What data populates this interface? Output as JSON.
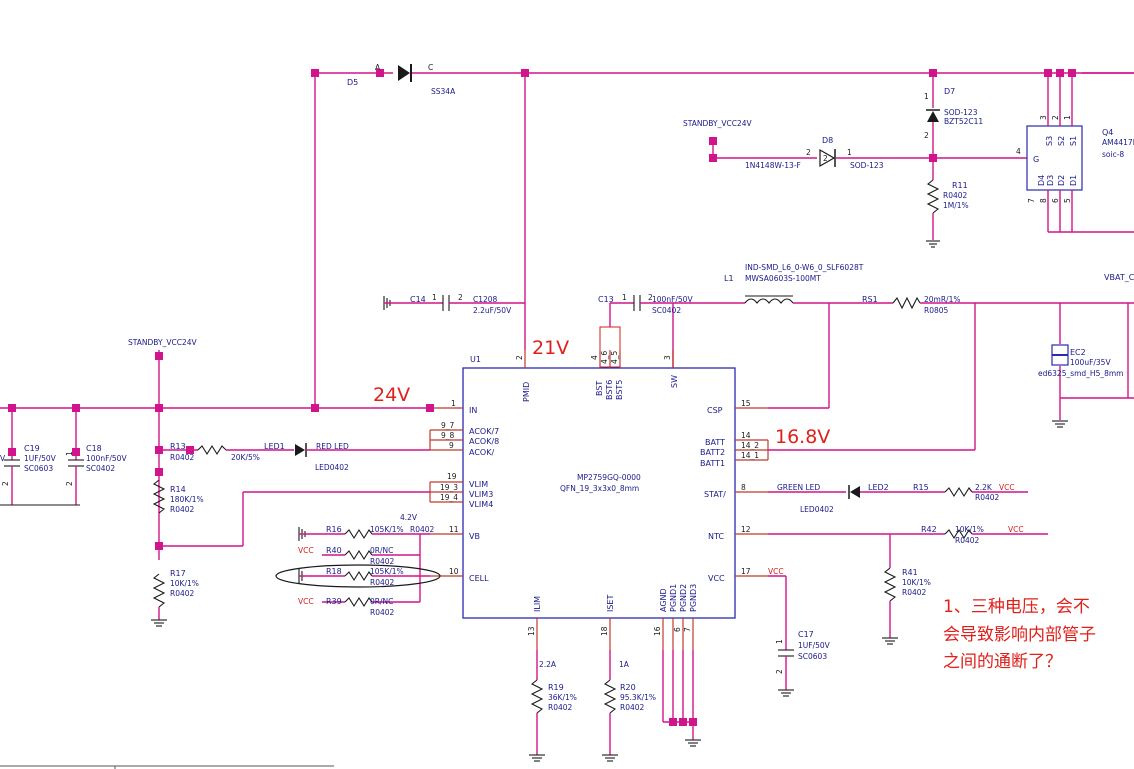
{
  "annotations": {
    "v21": "21V",
    "v24": "24V",
    "v168": "16.8V"
  },
  "question": {
    "line1": "1、三种电压，会不",
    "line2": "会导致影响内部管子",
    "line3": "之间的通断了？"
  },
  "u1": {
    "ref": "U1",
    "part": "MP2759GQ-0000",
    "package": "QFN_19_3x3x0_8mm"
  },
  "u1_pins": {
    "in": "IN",
    "acok7": "ACOK/7",
    "acok8": "ACOK/8",
    "acok": "ACOK/",
    "vlim": "VLIM",
    "vlim3": "VLIM3",
    "vlim4": "VLIM4",
    "vb": "VB",
    "cell": "CELL",
    "pmid": "PMID",
    "bst": "BST",
    "bst6": "BST6",
    "bst5": "BST5",
    "sw": "SW",
    "csp": "CSP",
    "batt": "BATT",
    "batt2": "BATT2",
    "batt1": "BATT1",
    "stat": "STAT/",
    "ntc": "NTC",
    "vcc": "VCC",
    "ilim": "ILIM",
    "iset": "ISET",
    "agnd": "AGND",
    "pgnd1": "PGND1",
    "pgnd2": "PGND2",
    "pgnd3": "PGND3"
  },
  "pin_numbers": {
    "in": "1",
    "acok7a": "9_7",
    "acok8a": "9_8",
    "acoka": "9",
    "vlima": "19",
    "vlimb": "19_3",
    "vlimc": "19_4",
    "vb": "11",
    "cell": "10",
    "pmid": "2",
    "bst": "4",
    "bst6": "4_6",
    "bst5": "4_5",
    "sw": "3",
    "csp": "15",
    "batta": "14",
    "battb": "14_2",
    "battc": "14_1",
    "stat": "8",
    "ntc": "12",
    "vcc": "17",
    "ilim": "13",
    "iset": "18",
    "agnd": "16",
    "pgnd1": "6",
    "pgnd3": "7"
  },
  "parts": {
    "d5": {
      "ref": "D5",
      "a": "A",
      "c": "C",
      "val": "SS34A"
    },
    "d7": {
      "ref": "D7",
      "pkg": "SOD-123",
      "val": "BZT52C11"
    },
    "d8": {
      "ref": "D8",
      "val": "1N4148W-13-F",
      "pkg": "SOD-123",
      "p2": "2",
      "p1": "1",
      "mid": "2"
    },
    "q4": {
      "ref": "Q4",
      "val": "AM4417P",
      "pkg": "soic-8",
      "g": "G",
      "s3": "S3",
      "s2": "S2",
      "s1": "S1",
      "d4": "D4",
      "d3": "D3",
      "d2": "D2",
      "d1": "D1",
      "p3": "3",
      "p2": "2",
      "p1": "1",
      "p4": "4",
      "p7": "7",
      "p8": "8",
      "p6": "6",
      "p5": "5"
    },
    "r11": {
      "ref": "R11",
      "pkg": "R0402",
      "val": "1M/1%"
    },
    "c14": {
      "ref": "C14",
      "p1": "1",
      "p2": "2"
    },
    "c1208": {
      "ref": "C1208",
      "val": "2.2uF/50V"
    },
    "c13": {
      "ref": "C13",
      "p1": "1",
      "p2": "2",
      "val": "100nF/50V",
      "pkg": "SC0402"
    },
    "l1": {
      "ref": "L1",
      "pkg": "IND-SMD_L6_0-W6_0_SLF6028T",
      "val": "MWSA0603S-100MT"
    },
    "rs1": {
      "ref": "RS1",
      "val": "20mR/1%",
      "pkg": "R0805"
    },
    "ec2": {
      "ref": "EC2",
      "val": "100uF/35V",
      "pkg": "ed6325_smd_H5_8mm"
    },
    "vbat": {
      "label": "VBAT_C"
    },
    "standby1": "STANDBY_VCC24V",
    "standby2": "STANDBY_VCC24V",
    "c19": {
      "ref": "C19",
      "val": "1UF/50V",
      "pkg": "SC0603",
      "left": "V"
    },
    "c18": {
      "ref": "C18",
      "val": "100nF/50V",
      "pkg": "SC0402"
    },
    "r13": {
      "ref": "R13",
      "pkg": "R0402",
      "val": "20K/5%"
    },
    "led1": {
      "ref": "LED1",
      "val": "RED LED",
      "pkg": "LED0402"
    },
    "r14": {
      "ref": "R14",
      "val": "180K/1%",
      "pkg": "R0402"
    },
    "r17": {
      "ref": "R17",
      "val": "10K/1%",
      "pkg": "R0402"
    },
    "r16": {
      "ref": "R16",
      "val": "105K/1%",
      "pkg": "R0402"
    },
    "r40": {
      "ref": "R40",
      "val": "0R/NC",
      "pkg": "R0402"
    },
    "r18": {
      "ref": "R18",
      "val": "105K/1%",
      "pkg": "R0402"
    },
    "r39": {
      "ref": "R39",
      "val": "0R/NC",
      "pkg": "R0402"
    },
    "vref": "4.2V",
    "vcc": "VCC",
    "led2": {
      "ref": "LED2",
      "val": "GREEN LED",
      "pkg": "LED0402"
    },
    "r15": {
      "ref": "R15",
      "val": "2.2K",
      "pkg": "R0402"
    },
    "r42": {
      "ref": "R42",
      "val": "10K/1%",
      "pkg": "R0402"
    },
    "r41": {
      "ref": "R41",
      "val": "10K/1%",
      "pkg": "R0402"
    },
    "c17": {
      "ref": "C17",
      "val": "1UF/50V",
      "pkg": "SC0603"
    },
    "r19": {
      "ref": "R19",
      "val": "36K/1%",
      "pkg": "R0402",
      "cur": "2.2A"
    },
    "r20": {
      "ref": "R20",
      "val": "95.3K/1%",
      "pkg": "R0402",
      "cur": "1A"
    }
  }
}
